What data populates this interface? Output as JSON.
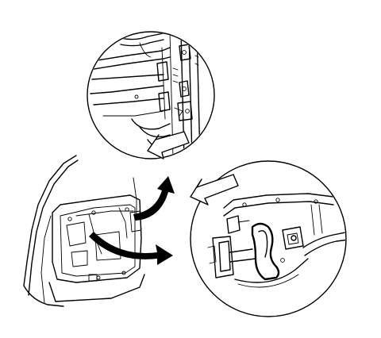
{
  "figure": {
    "kind": "service-manual line illustration",
    "views": [
      "vehicle-door-overview",
      "upper-detail-circle",
      "lower-detail-circle"
    ],
    "colors": {
      "line": "#000000",
      "background": "#ffffff"
    },
    "icons": [
      "door-panel-illustration",
      "upper-magnified-view",
      "lower-magnified-view",
      "callout-arrow",
      "direction-arrow"
    ]
  }
}
